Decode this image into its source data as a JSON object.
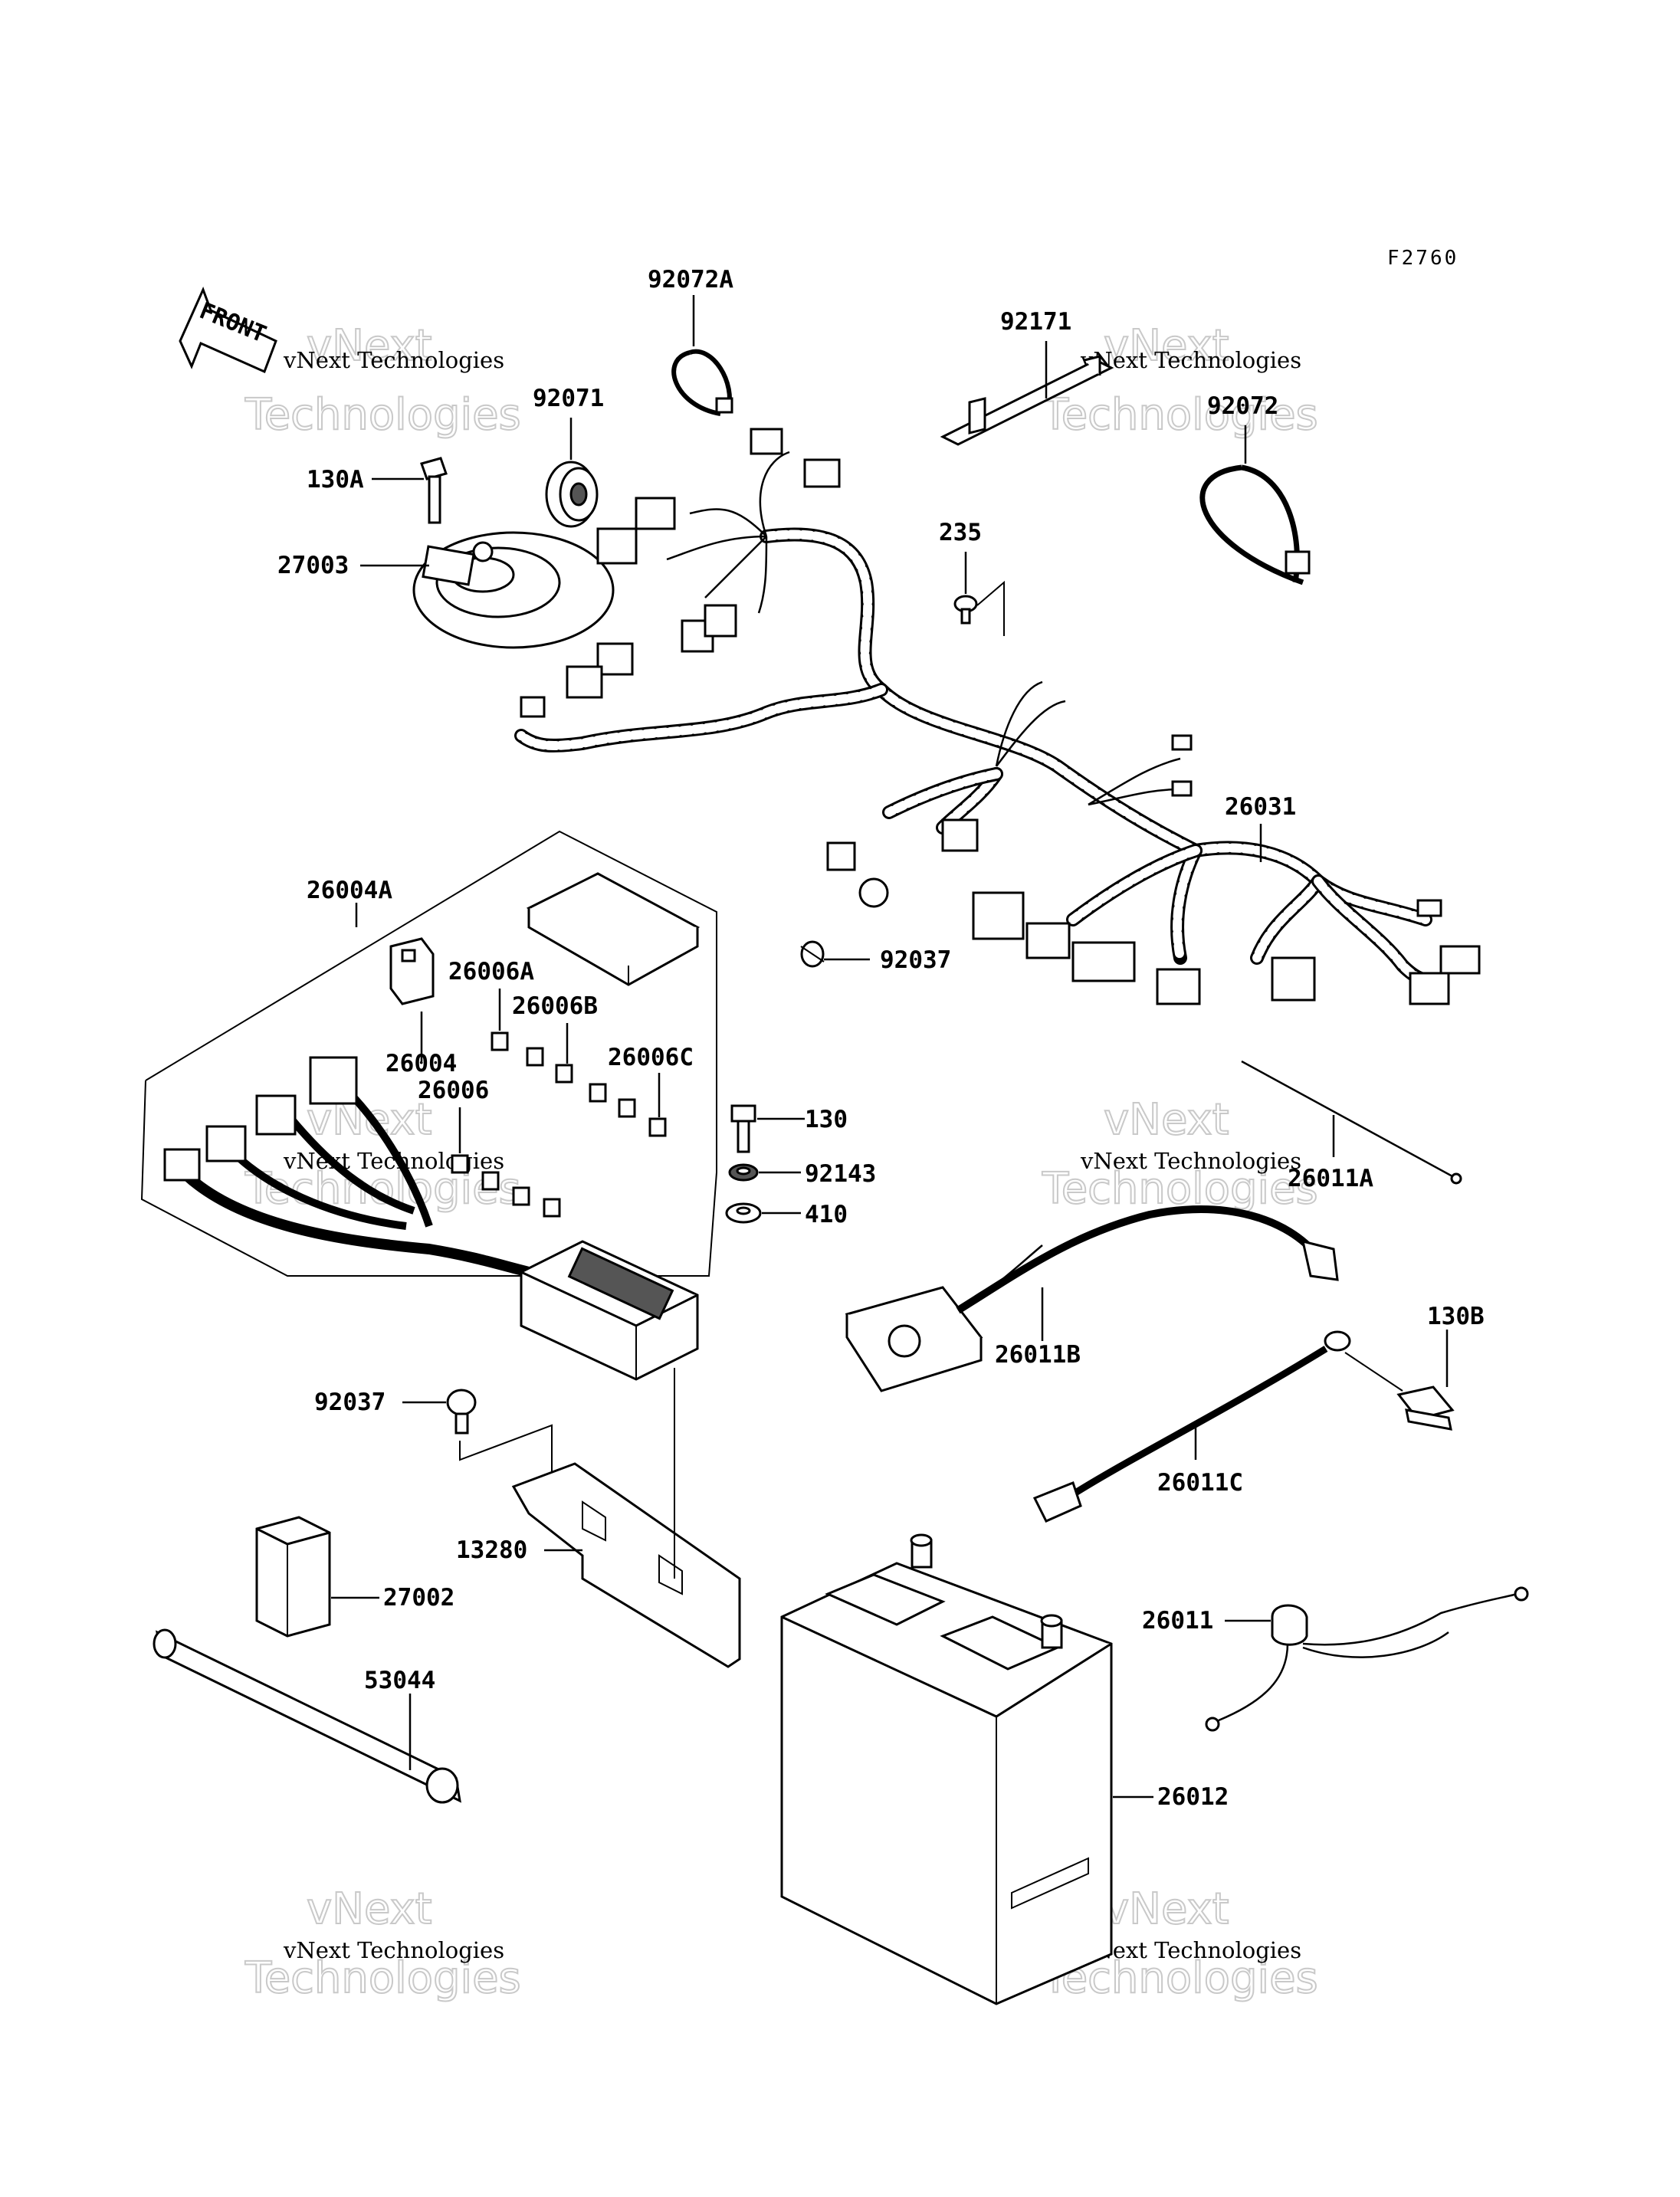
{
  "figure_code": "F2760",
  "front_marker": "FRONT",
  "watermarks": [
    {
      "line1": "vNext",
      "line2": "Technologies",
      "caption": "vNext Technologies"
    },
    {
      "line1": "vNext",
      "line2": "Technologies",
      "caption": "vNext Technologies"
    },
    {
      "line1": "vNext",
      "line2": "Technologies",
      "caption": "vNext Technologies"
    },
    {
      "line1": "vNext",
      "line2": "Technologies",
      "caption": "vNext Technologies"
    },
    {
      "line1": "vNext",
      "line2": "Technologies",
      "caption": "vNext Technologies"
    },
    {
      "line1": "vNext",
      "line2": "Technologies",
      "caption": "vNext Technologies"
    }
  ],
  "parts": {
    "p92072A": "92072A",
    "p92171": "92171",
    "p92071": "92071",
    "p92072": "92072",
    "p130A": "130A",
    "p27003": "27003",
    "p235": "235",
    "p26031": "26031",
    "p26004A": "26004A",
    "p26006A": "26006A",
    "p26006B": "26006B",
    "p26004": "26004",
    "p26006C": "26006C",
    "p26006": "26006",
    "p92037a": "92037",
    "p130": "130",
    "p92143": "92143",
    "p410": "410",
    "p26011A": "26011A",
    "p26011B": "26011B",
    "p130B": "130B",
    "p92037b": "92037",
    "p26011C": "26011C",
    "p13280": "13280",
    "p27002": "27002",
    "p26011": "26011",
    "p53044": "53044",
    "p26012": "26012"
  }
}
